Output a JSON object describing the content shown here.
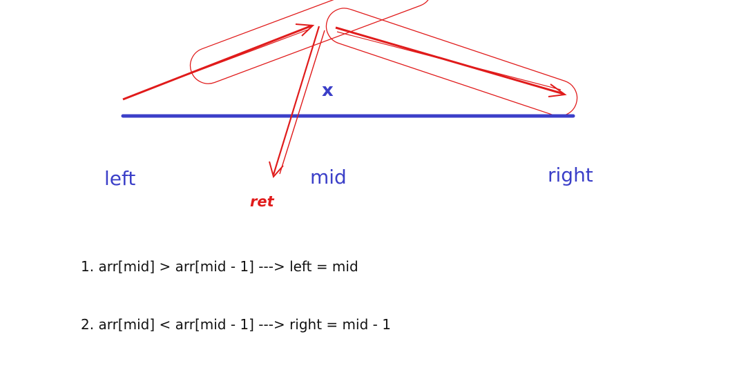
{
  "diagram": {
    "peak_marker": "x",
    "labels": {
      "left": "left",
      "mid": "mid",
      "right": "right",
      "ret": "ret"
    },
    "rules": [
      "1. arr[mid] > arr[mid - 1] ---> left = mid",
      "2. arr[mid] < arr[mid - 1] ---> right = mid - 1"
    ],
    "colors": {
      "axis": "#3b3fc8",
      "arrows": "#e01b1b",
      "text": "#111111"
    }
  }
}
